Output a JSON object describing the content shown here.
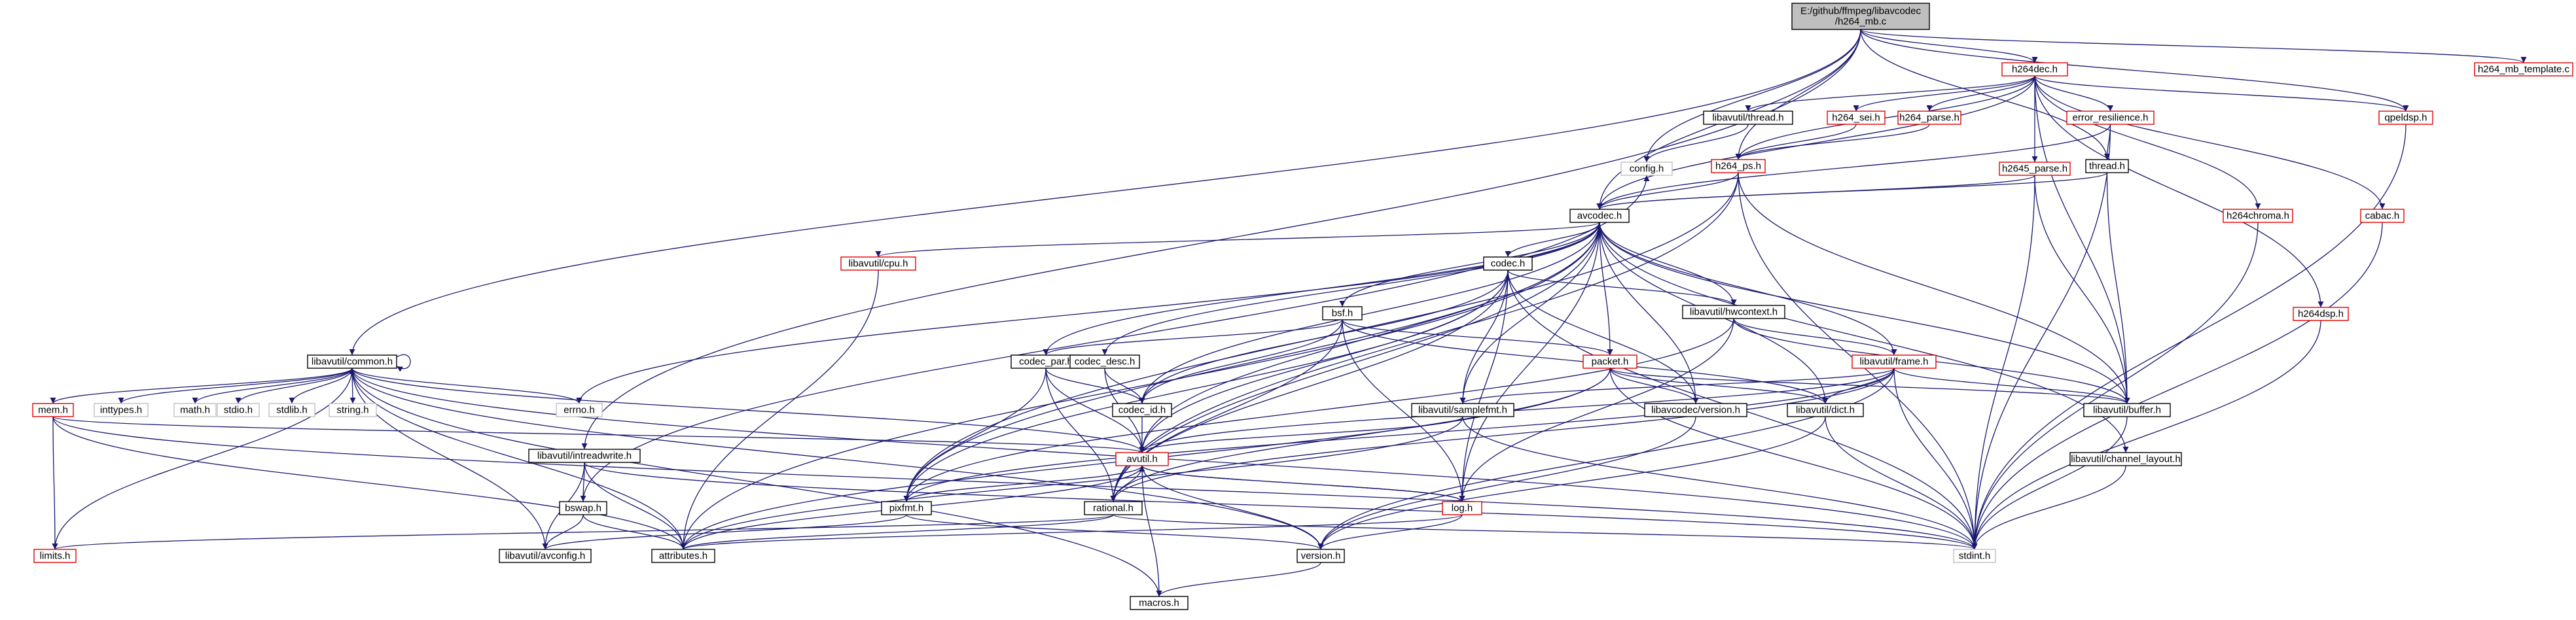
{
  "graph": {
    "root": "E:/github/ffmpeg/libavcodec/h264_mb.c",
    "nodes": [
      {
        "id": "root",
        "label": "E:/github/ffmpeg/libavcodec\n/h264_mb.c",
        "style": "root"
      },
      {
        "id": "h264dec",
        "label": "h264dec.h",
        "style": "red"
      },
      {
        "id": "h264_mb_template",
        "label": "h264_mb_template.c",
        "style": "red"
      },
      {
        "id": "libavutil_common",
        "label": "libavutil/common.h",
        "style": "black"
      },
      {
        "id": "libavutil_intreadwrite",
        "label": "libavutil/intreadwrite.h",
        "style": "black"
      },
      {
        "id": "config",
        "label": "config.h",
        "style": "gray"
      },
      {
        "id": "avcodec",
        "label": "avcodec.h",
        "style": "black"
      },
      {
        "id": "h264_ps",
        "label": "h264_ps.h",
        "style": "red"
      },
      {
        "id": "qpeldsp",
        "label": "qpeldsp.h",
        "style": "red"
      },
      {
        "id": "thread",
        "label": "thread.h",
        "style": "black"
      },
      {
        "id": "libavutil_thread",
        "label": "libavutil/thread.h",
        "style": "black"
      },
      {
        "id": "h264_sei",
        "label": "h264_sei.h",
        "style": "red"
      },
      {
        "id": "h264_parse",
        "label": "h264_parse.h",
        "style": "red"
      },
      {
        "id": "error_resilience",
        "label": "error_resilience.h",
        "style": "red"
      },
      {
        "id": "h2645_parse",
        "label": "h2645_parse.h",
        "style": "red"
      },
      {
        "id": "h264chroma",
        "label": "h264chroma.h",
        "style": "red"
      },
      {
        "id": "cabac",
        "label": "cabac.h",
        "style": "red"
      },
      {
        "id": "h264dsp",
        "label": "h264dsp.h",
        "style": "red"
      },
      {
        "id": "libavutil_cpu",
        "label": "libavutil/cpu.h",
        "style": "red"
      },
      {
        "id": "codec",
        "label": "codec.h",
        "style": "black"
      },
      {
        "id": "libavutil_hwcontext",
        "label": "libavutil/hwcontext.h",
        "style": "black"
      },
      {
        "id": "bsf",
        "label": "bsf.h",
        "style": "black"
      },
      {
        "id": "packet",
        "label": "packet.h",
        "style": "red"
      },
      {
        "id": "libavutil_frame",
        "label": "libavutil/frame.h",
        "style": "red"
      },
      {
        "id": "codec_par",
        "label": "codec_par.h",
        "style": "black"
      },
      {
        "id": "codec_desc",
        "label": "codec_desc.h",
        "style": "black"
      },
      {
        "id": "codec_id",
        "label": "codec_id.h",
        "style": "black"
      },
      {
        "id": "libavutil_samplefmt",
        "label": "libavutil/samplefmt.h",
        "style": "black"
      },
      {
        "id": "libavcodec_version",
        "label": "libavcodec/version.h",
        "style": "black"
      },
      {
        "id": "libavutil_dict",
        "label": "libavutil/dict.h",
        "style": "black"
      },
      {
        "id": "libavutil_buffer",
        "label": "libavutil/buffer.h",
        "style": "black"
      },
      {
        "id": "libavutil_channel_layout",
        "label": "libavutil/channel_layout.h",
        "style": "black"
      },
      {
        "id": "mem",
        "label": "mem.h",
        "style": "red"
      },
      {
        "id": "inttypes",
        "label": "inttypes.h",
        "style": "gray"
      },
      {
        "id": "math",
        "label": "math.h",
        "style": "gray"
      },
      {
        "id": "stdio",
        "label": "stdio.h",
        "style": "gray"
      },
      {
        "id": "stdlib",
        "label": "stdlib.h",
        "style": "gray"
      },
      {
        "id": "string",
        "label": "string.h",
        "style": "gray"
      },
      {
        "id": "errno",
        "label": "errno.h",
        "style": "gray"
      },
      {
        "id": "avutil",
        "label": "avutil.h",
        "style": "red"
      },
      {
        "id": "bswap",
        "label": "bswap.h",
        "style": "black"
      },
      {
        "id": "pixfmt",
        "label": "pixfmt.h",
        "style": "black"
      },
      {
        "id": "rational",
        "label": "rational.h",
        "style": "black"
      },
      {
        "id": "log",
        "label": "log.h",
        "style": "red"
      },
      {
        "id": "limits",
        "label": "limits.h",
        "style": "red"
      },
      {
        "id": "libavutil_avconfig",
        "label": "libavutil/avconfig.h",
        "style": "black"
      },
      {
        "id": "attributes",
        "label": "attributes.h",
        "style": "black"
      },
      {
        "id": "version",
        "label": "version.h",
        "style": "black"
      },
      {
        "id": "stdint",
        "label": "stdint.h",
        "style": "gray"
      },
      {
        "id": "macros",
        "label": "macros.h",
        "style": "black"
      }
    ],
    "edges": [
      [
        "root",
        "h264dec"
      ],
      [
        "root",
        "h264_mb_template"
      ],
      [
        "root",
        "libavutil_common"
      ],
      [
        "root",
        "libavutil_intreadwrite"
      ],
      [
        "root",
        "config"
      ],
      [
        "root",
        "avcodec"
      ],
      [
        "root",
        "h264_ps"
      ],
      [
        "root",
        "qpeldsp"
      ],
      [
        "root",
        "thread"
      ],
      [
        "h264dec",
        "libavutil_thread"
      ],
      [
        "h264dec",
        "h264_sei"
      ],
      [
        "h264dec",
        "h264_parse"
      ],
      [
        "h264dec",
        "error_resilience"
      ],
      [
        "h264dec",
        "h2645_parse"
      ],
      [
        "h264dec",
        "h264chroma"
      ],
      [
        "h264dec",
        "cabac"
      ],
      [
        "h264dec",
        "h264dsp"
      ],
      [
        "h264dec",
        "qpeldsp"
      ],
      [
        "h264dec",
        "h264_ps"
      ],
      [
        "h264dec",
        "avcodec"
      ],
      [
        "h264dec",
        "libavutil_buffer"
      ],
      [
        "libavutil_thread",
        "config"
      ],
      [
        "h264_sei",
        "h264_ps"
      ],
      [
        "h264_parse",
        "h264_ps"
      ],
      [
        "error_resilience",
        "avcodec"
      ],
      [
        "error_resilience",
        "thread"
      ],
      [
        "error_resilience",
        "stdint"
      ],
      [
        "thread",
        "avcodec"
      ],
      [
        "thread",
        "libavutil_buffer"
      ],
      [
        "h2645_parse",
        "avcodec"
      ],
      [
        "h2645_parse",
        "libavutil_buffer"
      ],
      [
        "h2645_parse",
        "stdint"
      ],
      [
        "h264_ps",
        "avcodec"
      ],
      [
        "h264_ps",
        "libavutil_buffer"
      ],
      [
        "h264_ps",
        "pixfmt"
      ],
      [
        "h264_ps",
        "rational"
      ],
      [
        "h264_ps",
        "stdint"
      ],
      [
        "h264chroma",
        "stdint"
      ],
      [
        "cabac",
        "stdint"
      ],
      [
        "h264dsp",
        "stdint"
      ],
      [
        "qpeldsp",
        "stdint"
      ],
      [
        "avcodec",
        "libavutil_cpu"
      ],
      [
        "avcodec",
        "codec"
      ],
      [
        "avcodec",
        "libavutil_hwcontext"
      ],
      [
        "avcodec",
        "bsf"
      ],
      [
        "avcodec",
        "packet"
      ],
      [
        "avcodec",
        "libavutil_frame"
      ],
      [
        "avcodec",
        "codec_par"
      ],
      [
        "avcodec",
        "codec_desc"
      ],
      [
        "avcodec",
        "codec_id"
      ],
      [
        "avcodec",
        "libavutil_samplefmt"
      ],
      [
        "avcodec",
        "libavcodec_version"
      ],
      [
        "avcodec",
        "libavutil_dict"
      ],
      [
        "avcodec",
        "libavutil_buffer"
      ],
      [
        "avcodec",
        "libavutil_channel_layout"
      ],
      [
        "avcodec",
        "errno"
      ],
      [
        "avcodec",
        "avutil"
      ],
      [
        "avcodec",
        "attributes"
      ],
      [
        "avcodec",
        "pixfmt"
      ],
      [
        "avcodec",
        "rational"
      ],
      [
        "avcodec",
        "log"
      ],
      [
        "libavutil_cpu",
        "attributes"
      ],
      [
        "codec",
        "libavutil_hwcontext"
      ],
      [
        "codec",
        "codec_id"
      ],
      [
        "codec",
        "avutil"
      ],
      [
        "codec",
        "log"
      ],
      [
        "codec",
        "pixfmt"
      ],
      [
        "codec",
        "rational"
      ],
      [
        "codec",
        "libavutil_samplefmt"
      ],
      [
        "codec",
        "libavcodec_version"
      ],
      [
        "codec",
        "stdint"
      ],
      [
        "libavutil_hwcontext",
        "libavutil_buffer"
      ],
      [
        "libavutil_hwcontext",
        "libavutil_frame"
      ],
      [
        "libavutil_hwcontext",
        "log"
      ],
      [
        "libavutil_hwcontext",
        "pixfmt"
      ],
      [
        "bsf",
        "codec_id"
      ],
      [
        "bsf",
        "codec_par"
      ],
      [
        "bsf",
        "packet"
      ],
      [
        "bsf",
        "libavutil_dict"
      ],
      [
        "bsf",
        "log"
      ],
      [
        "bsf",
        "rational"
      ],
      [
        "packet",
        "libavutil_buffer"
      ],
      [
        "packet",
        "libavutil_dict"
      ],
      [
        "packet",
        "rational"
      ],
      [
        "packet",
        "libavcodec_version"
      ],
      [
        "packet",
        "attributes"
      ],
      [
        "packet",
        "stdint"
      ],
      [
        "libavutil_frame",
        "libavutil_buffer"
      ],
      [
        "libavutil_frame",
        "libavutil_dict"
      ],
      [
        "libavutil_frame",
        "libavutil_samplefmt"
      ],
      [
        "libavutil_frame",
        "avutil"
      ],
      [
        "libavutil_frame",
        "pixfmt"
      ],
      [
        "libavutil_frame",
        "rational"
      ],
      [
        "libavutil_frame",
        "version"
      ],
      [
        "libavutil_frame",
        "stdint"
      ],
      [
        "codec_par",
        "codec_id"
      ],
      [
        "codec_par",
        "avutil"
      ],
      [
        "codec_par",
        "pixfmt"
      ],
      [
        "codec_par",
        "rational"
      ],
      [
        "codec_desc",
        "codec_id"
      ],
      [
        "codec_desc",
        "avutil"
      ],
      [
        "codec_id",
        "avutil"
      ],
      [
        "libavutil_samplefmt",
        "avutil"
      ],
      [
        "libavutil_samplefmt",
        "attributes"
      ],
      [
        "libavutil_samplefmt",
        "stdint"
      ],
      [
        "libavcodec_version",
        "version"
      ],
      [
        "libavutil_dict",
        "stdint"
      ],
      [
        "libavutil_dict",
        "version"
      ],
      [
        "libavutil_buffer",
        "stdint"
      ],
      [
        "libavutil_channel_layout",
        "stdint"
      ],
      [
        "libavutil_common",
        "libavutil_common"
      ],
      [
        "libavutil_common",
        "mem"
      ],
      [
        "libavutil_common",
        "inttypes"
      ],
      [
        "libavutil_common",
        "math"
      ],
      [
        "libavutil_common",
        "stdio"
      ],
      [
        "libavutil_common",
        "stdlib"
      ],
      [
        "libavutil_common",
        "string"
      ],
      [
        "libavutil_common",
        "errno"
      ],
      [
        "libavutil_common",
        "limits"
      ],
      [
        "libavutil_common",
        "attributes"
      ],
      [
        "libavutil_common",
        "macros"
      ],
      [
        "libavutil_common",
        "version"
      ],
      [
        "libavutil_common",
        "libavutil_avconfig"
      ],
      [
        "libavutil_common",
        "stdint"
      ],
      [
        "mem",
        "limits"
      ],
      [
        "mem",
        "attributes"
      ],
      [
        "mem",
        "avutil"
      ],
      [
        "mem",
        "stdint"
      ],
      [
        "libavutil_intreadwrite",
        "bswap"
      ],
      [
        "libavutil_intreadwrite",
        "libavutil_avconfig"
      ],
      [
        "libavutil_intreadwrite",
        "attributes"
      ],
      [
        "libavutil_intreadwrite",
        "stdint"
      ],
      [
        "bswap",
        "libavutil_avconfig"
      ],
      [
        "bswap",
        "attributes"
      ],
      [
        "bswap",
        "config"
      ],
      [
        "avutil",
        "libavutil_common"
      ],
      [
        "avutil",
        "pixfmt"
      ],
      [
        "avutil",
        "rational"
      ],
      [
        "avutil",
        "log"
      ],
      [
        "avutil",
        "version"
      ],
      [
        "avutil",
        "macros"
      ],
      [
        "avutil",
        "attributes"
      ],
      [
        "pixfmt",
        "libavutil_avconfig"
      ],
      [
        "pixfmt",
        "version"
      ],
      [
        "rational",
        "attributes"
      ],
      [
        "rational",
        "stdint"
      ],
      [
        "rational",
        "limits"
      ],
      [
        "log",
        "avutil"
      ],
      [
        "log",
        "attributes"
      ],
      [
        "log",
        "version"
      ],
      [
        "version",
        "macros"
      ]
    ]
  }
}
